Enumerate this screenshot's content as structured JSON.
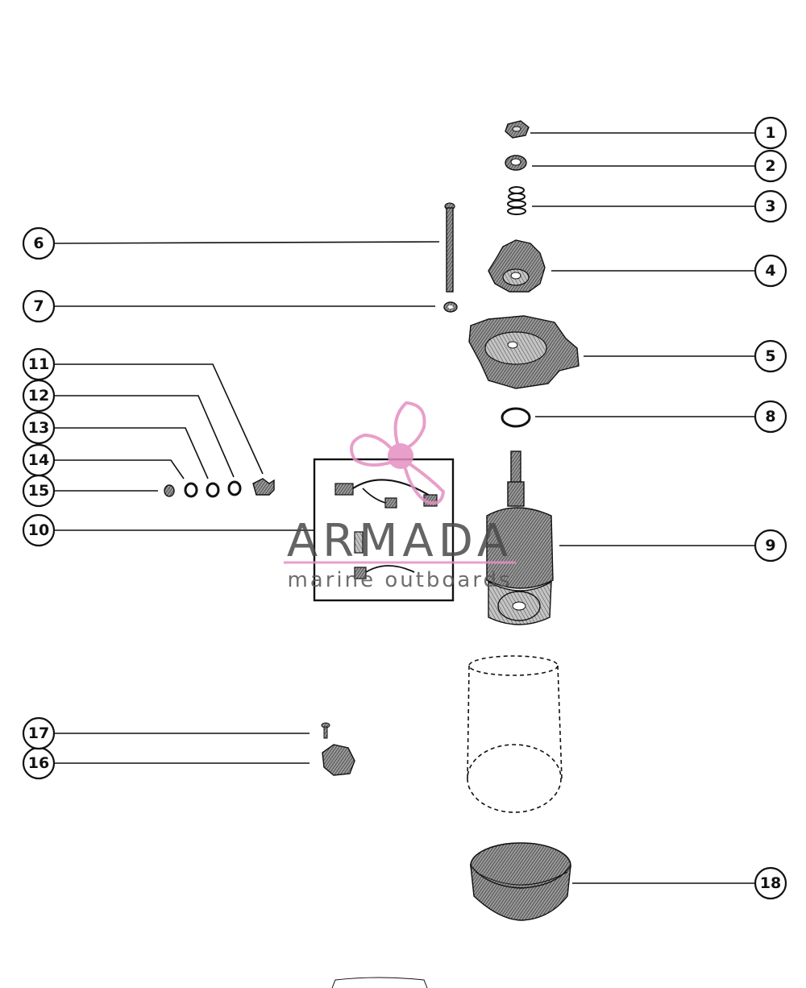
{
  "callouts": [
    {
      "id": "1",
      "label": "1"
    },
    {
      "id": "2",
      "label": "2"
    },
    {
      "id": "3",
      "label": "3"
    },
    {
      "id": "4",
      "label": "4"
    },
    {
      "id": "5",
      "label": "5"
    },
    {
      "id": "6",
      "label": "6"
    },
    {
      "id": "7",
      "label": "7"
    },
    {
      "id": "8",
      "label": "8"
    },
    {
      "id": "9",
      "label": "9"
    },
    {
      "id": "10",
      "label": "10"
    },
    {
      "id": "11",
      "label": "11"
    },
    {
      "id": "12",
      "label": "12"
    },
    {
      "id": "13",
      "label": "13"
    },
    {
      "id": "14",
      "label": "14"
    },
    {
      "id": "15",
      "label": "15"
    },
    {
      "id": "16",
      "label": "16"
    },
    {
      "id": "17",
      "label": "17"
    },
    {
      "id": "18",
      "label": "18"
    }
  ],
  "watermark": {
    "brand": "ARMADA",
    "tagline": "marine outboards",
    "accent_color": "#e48fc1"
  },
  "colors": {
    "line": "#111111",
    "part_fill": "#8a8a8a",
    "part_dark": "#3a3a3a"
  }
}
